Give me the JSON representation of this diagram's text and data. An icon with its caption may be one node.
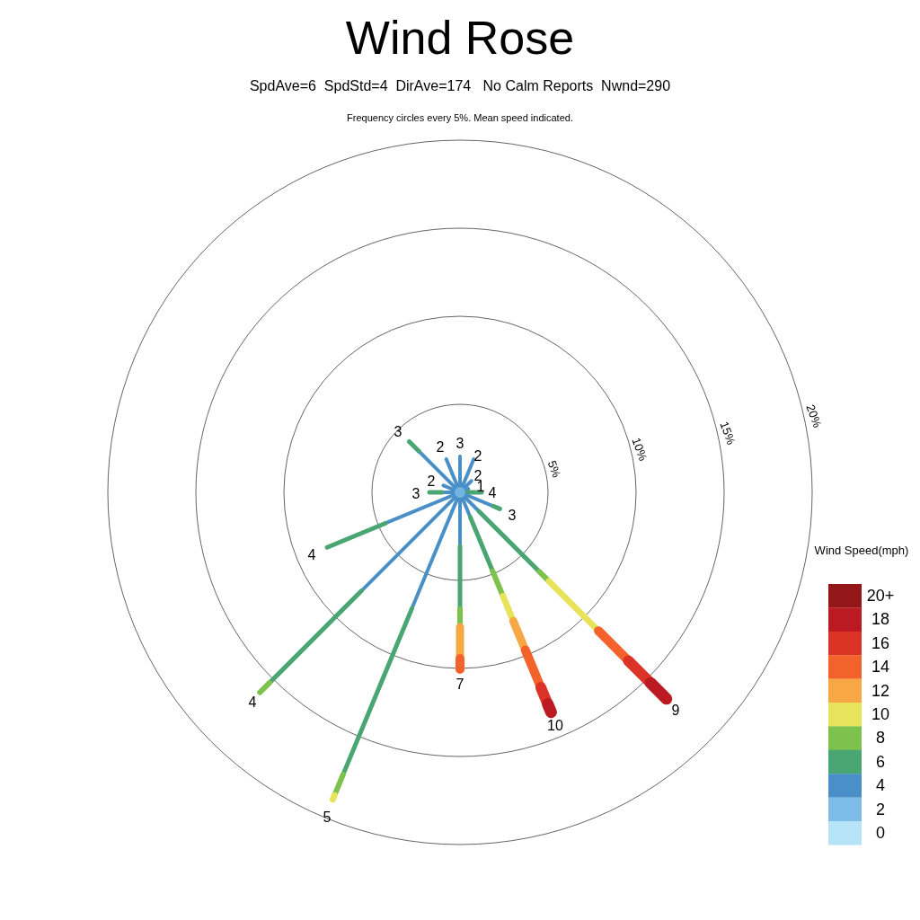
{
  "diagram": {
    "title": "Wind Rose",
    "labels": [
      "SpdAve=6  SpdStd=4  DirAve=174   No Calm Reports  Nwnd=290",
      "Frequency circles every 5%. Mean speed indicated.",
      "5%",
      "10%",
      "15%",
      "20%",
      "3",
      "3",
      "2",
      "2",
      "2",
      "2",
      "1",
      "4",
      "3",
      "3",
      "4",
      "7",
      "4",
      "9",
      "10",
      "5",
      "Wind Speed(mph)"
    ],
    "legend": [
      {
        "text": "20+",
        "color": "#931619"
      },
      {
        "text": "18",
        "color": "#bb1a22"
      },
      {
        "text": "16",
        "color": "#dc3327"
      },
      {
        "text": "14",
        "color": "#f2622a"
      },
      {
        "text": "12",
        "color": "#f8a745"
      },
      {
        "text": "10",
        "color": "#e7e35b"
      },
      {
        "text": "8",
        "color": "#7dc24d"
      },
      {
        "text": "6",
        "color": "#49a571"
      },
      {
        "text": "4",
        "color": "#4a8fc7"
      },
      {
        "text": "2",
        "color": "#7dbce6"
      },
      {
        "text": "0",
        "color": "#b6e3f7"
      }
    ]
  }
}
